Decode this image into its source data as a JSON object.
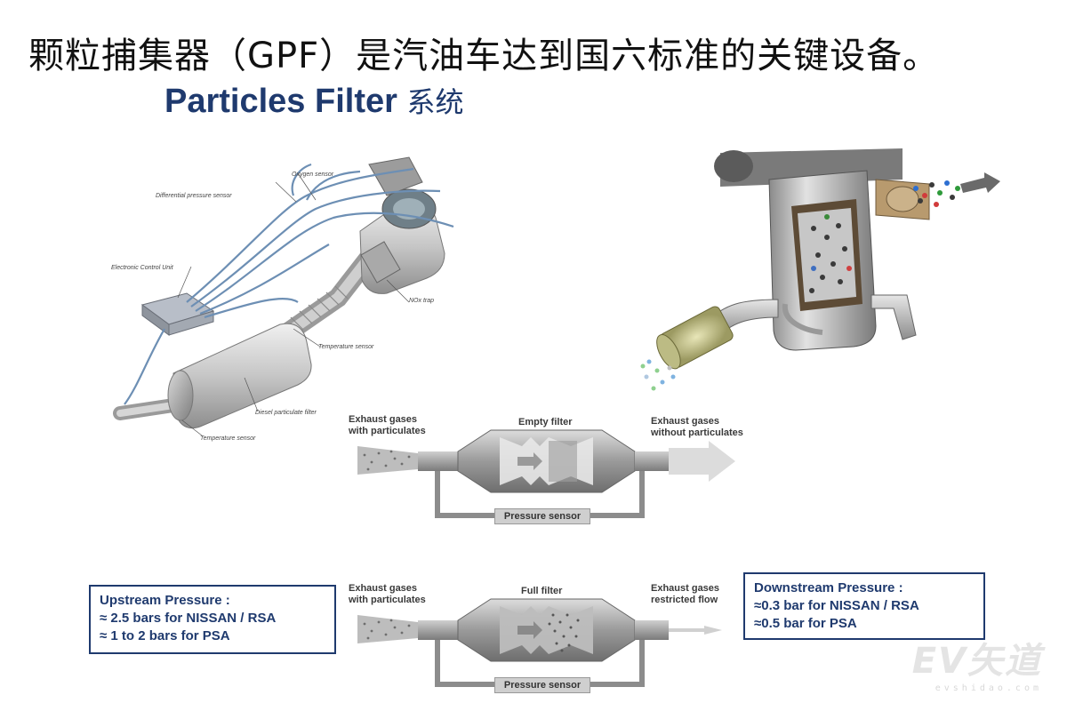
{
  "headline": "颗粒捕集器（GPF）是汽油车达到国六标准的关键设备。",
  "subtitle": {
    "en": "Particles Filter",
    "cn": "系统"
  },
  "left_diagram": {
    "labels": {
      "oxygen_sensor": "Oxygen sensor",
      "differential_pressure_sensor": "Differential pressure sensor",
      "ecu": "Electronic Control Unit",
      "nox_trap": "NOx trap",
      "temperature_sensor_upper": "Temperature sensor",
      "diesel_particulate_filter": "Diesel particulate filter",
      "temperature_sensor_lower": "Temperature sensor"
    }
  },
  "top_flow": {
    "inlet_label_1": "Exhaust gases",
    "inlet_label_2": "with particulates",
    "filter_label": "Empty filter",
    "outlet_label_1": "Exhaust gases",
    "outlet_label_2": "without particulates",
    "sensor_label": "Pressure sensor"
  },
  "bottom_flow": {
    "inlet_label_1": "Exhaust gases",
    "inlet_label_2": "with particulates",
    "filter_label": "Full filter",
    "outlet_label_1": "Exhaust gases",
    "outlet_label_2": "restricted flow",
    "sensor_label": "Pressure sensor"
  },
  "upstream": {
    "title": "Upstream Pressure :",
    "line1": "≈ 2.5 bars for NISSAN / RSA",
    "line2": "≈ 1 to 2 bars for PSA"
  },
  "downstream": {
    "title": "Downstream Pressure :",
    "line1": "≈0.3 bar for NISSAN / RSA",
    "line2": "≈0.5 bar for PSA"
  },
  "watermark": {
    "main": "EV矢道",
    "sub": "evshidao.com"
  },
  "colors": {
    "navy": "#1f3a6e",
    "hose": "#6d8fb4",
    "metal": "#c4c4c4"
  }
}
